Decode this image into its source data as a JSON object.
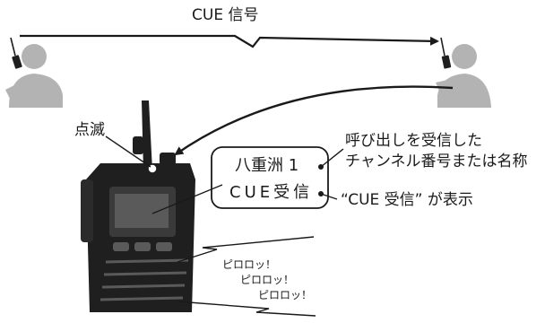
{
  "labels": {
    "cue_signal": "CUE 信号",
    "blink": "点滅",
    "caller_desc_line1": "呼び出しを受信した",
    "caller_desc_line2": "チャンネル番号または名称",
    "display_desc": "“CUE 受信” が表示"
  },
  "lcd": {
    "line1": "八重洲 1",
    "line2": "CUE受信"
  },
  "sounds": [
    "ピロロッ！",
    "ピロロッ！",
    "ピロロッ！"
  ],
  "colors": {
    "person": "#b3b3b3",
    "device": "#1f1f1f",
    "lcd_box_border": "#1a1a1a",
    "line": "#1a1a1a"
  },
  "icons": [
    "person-left-icon",
    "person-right-icon",
    "walkie-talkie-icon"
  ]
}
